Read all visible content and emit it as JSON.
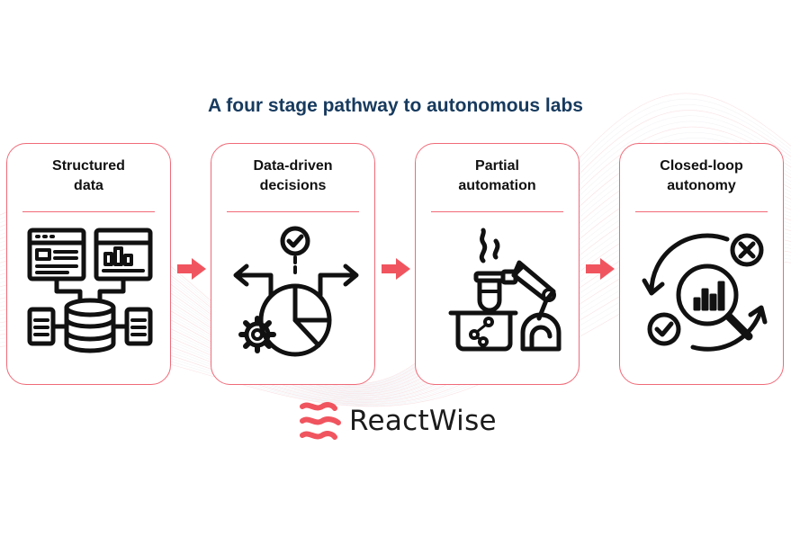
{
  "title": "A four stage pathway to autonomous labs",
  "stages": [
    {
      "title_lines": [
        "Structured",
        "data"
      ],
      "icon": "structured-data-icon"
    },
    {
      "title_lines": [
        "Data-driven",
        "decisions"
      ],
      "icon": "data-driven-decisions-icon"
    },
    {
      "title_lines": [
        "Partial",
        "automation"
      ],
      "icon": "partial-automation-icon"
    },
    {
      "title_lines": [
        "Closed-loop",
        "autonomy"
      ],
      "icon": "closed-loop-autonomy-icon"
    }
  ],
  "connector_icon": "arrow-right-icon",
  "brand": {
    "name": "ReactWise",
    "logo_icon": "reactwise-logo-icon"
  },
  "colors": {
    "accent": "#f0555f",
    "border": "#f06a78",
    "title": "#173a5e",
    "text": "#111111"
  }
}
